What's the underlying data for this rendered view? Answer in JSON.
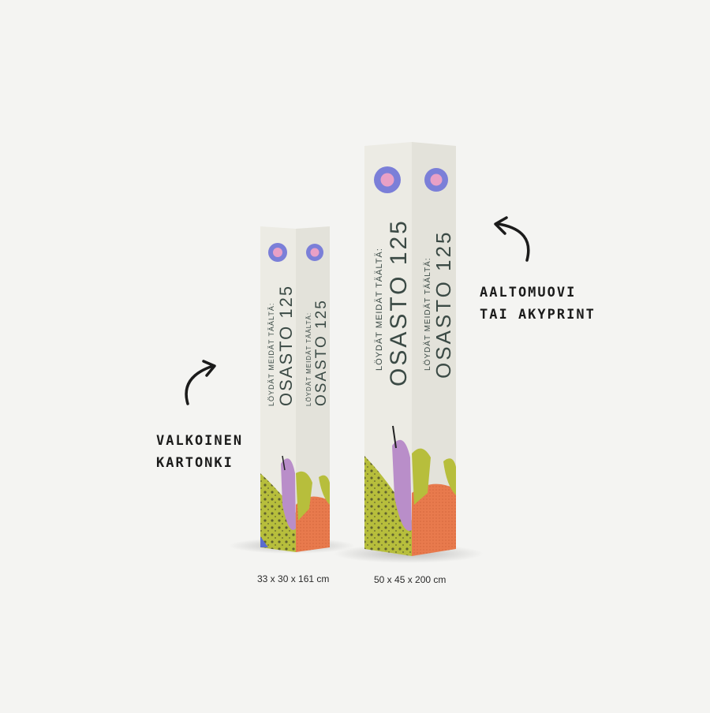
{
  "labels": {
    "small_material": [
      "VALKOINEN",
      "KARTONKI"
    ],
    "large_material": [
      "AALTOMUOVI",
      "TAI AKYPRINT"
    ]
  },
  "dimensions": {
    "small": "33 x 30 x 161 cm",
    "large": "50 x 45 x 200 cm"
  },
  "box_text": {
    "line1": "LÖYDÄT MEIDÄT TÄÄLTÄ:",
    "line2": "OSASTO 125"
  },
  "colors": {
    "background": "#f4f4f2",
    "box_face": "#ecebe4",
    "box_side": "#e4e3dc",
    "logo": "#7b7fd8",
    "lilac": "#b98ec9",
    "lime": "#b7be3c",
    "orange": "#e87a4d",
    "text": "#3b4a45"
  }
}
